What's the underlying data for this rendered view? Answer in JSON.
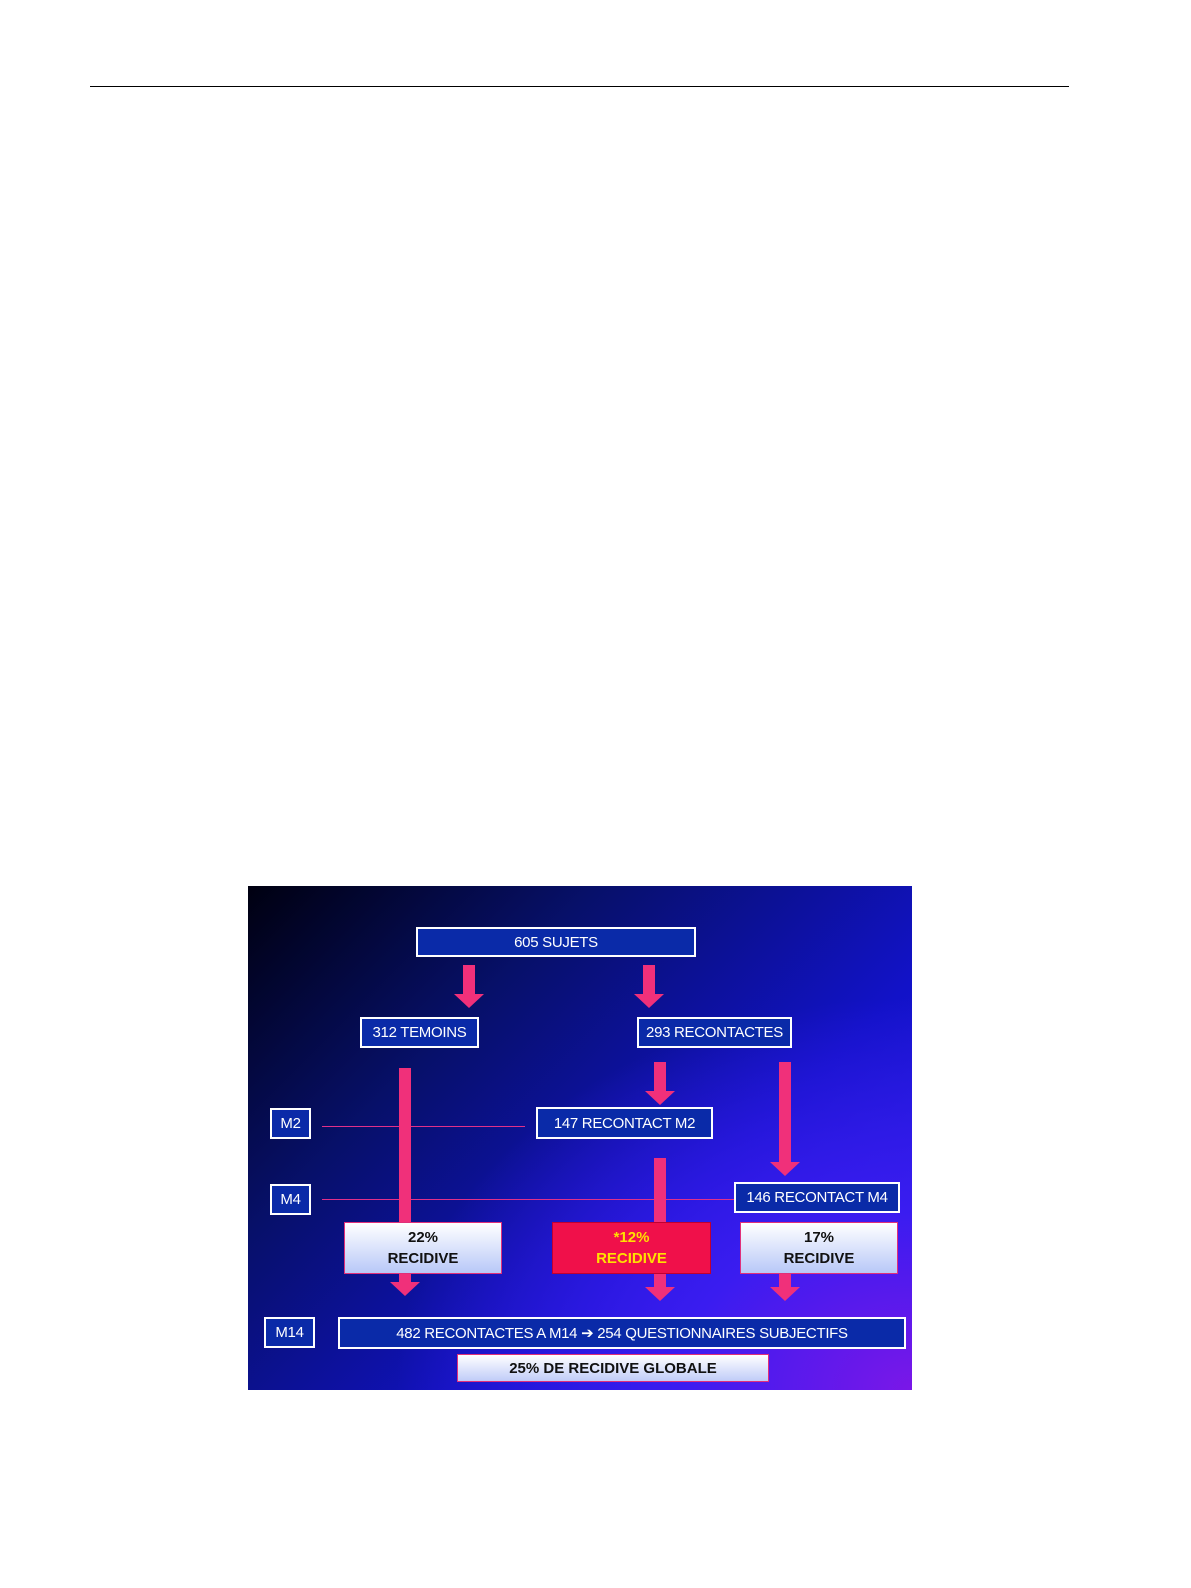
{
  "diagram": {
    "top": "605 SUJETS",
    "left_group": "312 TEMOINS",
    "right_group": "293 RECONTACTES",
    "timepoints": [
      "M2",
      "M4",
      "M14"
    ],
    "recontact_m2": "147 RECONTACT M2",
    "recontact_m4": "146 RECONTACT M4",
    "recidive": [
      {
        "pct": "22%",
        "label": "RECIDIVE"
      },
      {
        "pct": "*12%",
        "label": "RECIDIVE"
      },
      {
        "pct": "17%",
        "label": "RECIDIVE"
      }
    ],
    "m14_summary": "482 RECONTACTES A M14 ➔ 254 QUESTIONNAIRES SUBJECTIFS",
    "global": "25% DE RECIDIVE GLOBALE"
  }
}
